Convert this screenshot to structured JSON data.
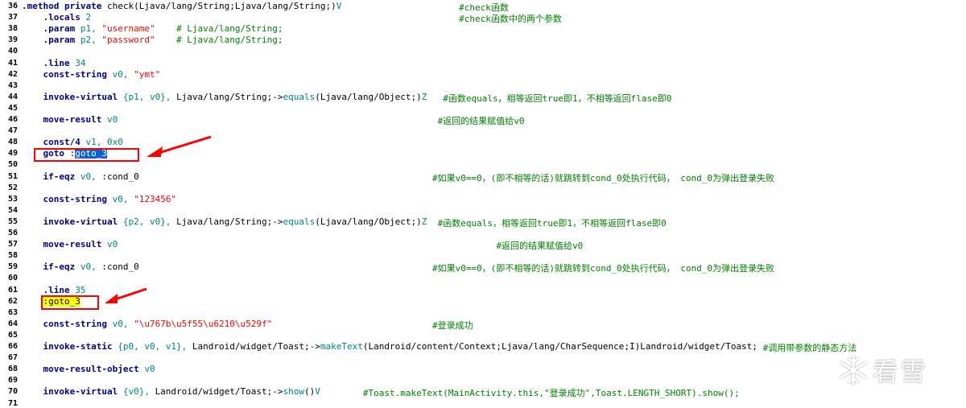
{
  "colors": {
    "line_number": "#000000",
    "directive": "#000080",
    "register": "#008080",
    "string": "#ff0000",
    "number": "#008080",
    "comment": "#008000",
    "selection_bg": "#0a64d8",
    "highlight_bg": "#ffff00",
    "annotation_red": "#ff0000",
    "text": "#000000"
  },
  "lines": [
    {
      "num": "36",
      "segments": [
        {
          "t": ".method private ",
          "c": "directive",
          "col": 0
        },
        {
          "t": "check(Ljava/lang/String;Ljava/lang/String;)",
          "c": "text",
          "col": 16
        },
        {
          "t": "V",
          "c": "number",
          "col": 59
        },
        {
          "t": "#check函数",
          "c": "comment",
          "col": 82
        }
      ]
    },
    {
      "num": "37",
      "segments": [
        {
          "t": ".locals ",
          "c": "directive",
          "col": 4
        },
        {
          "t": "2",
          "c": "number",
          "col": 12
        },
        {
          "t": "#check函数中的两个参数",
          "c": "comment",
          "col": 82
        }
      ]
    },
    {
      "num": "38",
      "segments": [
        {
          "t": ".param ",
          "c": "directive",
          "col": 4
        },
        {
          "t": "p1, ",
          "c": "register",
          "col": 11
        },
        {
          "t": "\"username\"",
          "c": "string",
          "col": 15
        },
        {
          "t": "# Ljava/lang/String;",
          "c": "comment",
          "col": 29
        }
      ]
    },
    {
      "num": "39",
      "segments": [
        {
          "t": ".param ",
          "c": "directive",
          "col": 4
        },
        {
          "t": "p2, ",
          "c": "register",
          "col": 11
        },
        {
          "t": "\"password\"",
          "c": "string",
          "col": 15
        },
        {
          "t": "# Ljava/lang/String;",
          "c": "comment",
          "col": 29
        }
      ]
    },
    {
      "num": "40",
      "segments": []
    },
    {
      "num": "41",
      "segments": [
        {
          "t": ".line ",
          "c": "directive",
          "col": 4
        },
        {
          "t": "34",
          "c": "number",
          "col": 10
        }
      ]
    },
    {
      "num": "42",
      "segments": [
        {
          "t": "const-string ",
          "c": "directive",
          "col": 4
        },
        {
          "t": "v0, ",
          "c": "register",
          "col": 17
        },
        {
          "t": "\"ymt\"",
          "c": "string",
          "col": 21
        }
      ]
    },
    {
      "num": "43",
      "segments": []
    },
    {
      "num": "44",
      "segments": [
        {
          "t": "invoke-virtual ",
          "c": "directive",
          "col": 4
        },
        {
          "t": "{p1, v0}, ",
          "c": "register",
          "col": 19
        },
        {
          "t": "Ljava/lang/String;->",
          "c": "text",
          "col": 29
        },
        {
          "t": "equals",
          "c": "register",
          "col": 49
        },
        {
          "t": "(Ljava/lang/Object;)",
          "c": "text",
          "col": 55
        },
        {
          "t": "Z",
          "c": "number",
          "col": 75
        },
        {
          "t": "#函数equals，相等返回true即1，不相等返回flase即0",
          "c": "comment",
          "col": 79
        }
      ]
    },
    {
      "num": "45",
      "segments": []
    },
    {
      "num": "46",
      "segments": [
        {
          "t": "move-result ",
          "c": "directive",
          "col": 4
        },
        {
          "t": "v0",
          "c": "register",
          "col": 16
        },
        {
          "t": "#返回的结果赋值给v0",
          "c": "comment",
          "col": 78
        }
      ]
    },
    {
      "num": "47",
      "segments": []
    },
    {
      "num": "48",
      "segments": [
        {
          "t": "const/4 ",
          "c": "directive",
          "col": 4
        },
        {
          "t": "v1, ",
          "c": "register",
          "col": 12
        },
        {
          "t": "0x0",
          "c": "number",
          "col": 16
        }
      ]
    },
    {
      "num": "49",
      "segments": [
        {
          "t": "goto ",
          "c": "directive",
          "col": 4
        },
        {
          "t": ":",
          "c": "text",
          "col": 9
        },
        {
          "t": "goto_3",
          "c": "text",
          "col": 10,
          "style": "sel"
        }
      ]
    },
    {
      "num": "50",
      "segments": []
    },
    {
      "num": "51",
      "segments": [
        {
          "t": "if-eqz ",
          "c": "directive",
          "col": 4
        },
        {
          "t": "v0, ",
          "c": "register",
          "col": 11
        },
        {
          "t": ":cond_0",
          "c": "text",
          "col": 15
        },
        {
          "t": "#如果v0==0，(即不相等的话)就跳转到cond_0处执行代码， cond_0为弹出登录失败",
          "c": "comment",
          "col": 77
        }
      ]
    },
    {
      "num": "52",
      "segments": []
    },
    {
      "num": "53",
      "segments": [
        {
          "t": "const-string ",
          "c": "directive",
          "col": 4
        },
        {
          "t": "v0, ",
          "c": "register",
          "col": 17
        },
        {
          "t": "\"123456\"",
          "c": "string",
          "col": 21
        }
      ]
    },
    {
      "num": "54",
      "segments": []
    },
    {
      "num": "55",
      "segments": [
        {
          "t": "invoke-virtual ",
          "c": "directive",
          "col": 4
        },
        {
          "t": "{p2, v0}, ",
          "c": "register",
          "col": 19
        },
        {
          "t": "Ljava/lang/String;->",
          "c": "text",
          "col": 29
        },
        {
          "t": "equals",
          "c": "register",
          "col": 49
        },
        {
          "t": "(Ljava/lang/Object;)",
          "c": "text",
          "col": 55
        },
        {
          "t": "Z",
          "c": "number",
          "col": 75
        },
        {
          "t": "#函数equals，相等返回true即1，不相等返回flase即0",
          "c": "comment",
          "col": 78
        }
      ]
    },
    {
      "num": "56",
      "segments": []
    },
    {
      "num": "57",
      "segments": [
        {
          "t": "move-result ",
          "c": "directive",
          "col": 4
        },
        {
          "t": "v0",
          "c": "register",
          "col": 16
        },
        {
          "t": "#返回的结果赋值给v0",
          "c": "comment",
          "col": 89
        }
      ]
    },
    {
      "num": "58",
      "segments": []
    },
    {
      "num": "59",
      "segments": [
        {
          "t": "if-eqz ",
          "c": "directive",
          "col": 4
        },
        {
          "t": "v0, ",
          "c": "register",
          "col": 11
        },
        {
          "t": ":cond_0",
          "c": "text",
          "col": 15
        },
        {
          "t": "#如果v0==0，(即不相等的话)就跳转到cond_0处执行代码， cond_0为弹出登录失败",
          "c": "comment",
          "col": 77
        }
      ]
    },
    {
      "num": "60",
      "segments": []
    },
    {
      "num": "61",
      "segments": [
        {
          "t": ".line ",
          "c": "directive",
          "col": 4
        },
        {
          "t": "35",
          "c": "number",
          "col": 10
        }
      ]
    },
    {
      "num": "62",
      "segments": [
        {
          "t": ":goto_3",
          "c": "text",
          "col": 4,
          "style": "yel"
        }
      ]
    },
    {
      "num": "63",
      "segments": []
    },
    {
      "num": "64",
      "segments": [
        {
          "t": "const-string ",
          "c": "directive",
          "col": 4
        },
        {
          "t": "v0, ",
          "c": "register",
          "col": 17
        },
        {
          "t": "\"\\u767b\\u5f55\\u6210\\u529f\"",
          "c": "string",
          "col": 21
        },
        {
          "t": "#登录成功",
          "c": "comment",
          "col": 77
        }
      ]
    },
    {
      "num": "65",
      "segments": []
    },
    {
      "num": "66",
      "segments": [
        {
          "t": "invoke-static ",
          "c": "directive",
          "col": 4
        },
        {
          "t": "{p0, v0, v1}, ",
          "c": "register",
          "col": 18
        },
        {
          "t": "Landroid/widget/Toast;->",
          "c": "text",
          "col": 32
        },
        {
          "t": "makeText",
          "c": "register",
          "col": 56
        },
        {
          "t": "(Landroid/content/Context;Ljava/lang/CharSequence;I)Landroid/widget/Toast;",
          "c": "text",
          "col": 64
        },
        {
          "t": "#调用带参数的静态方法",
          "c": "comment",
          "col": 139
        }
      ]
    },
    {
      "num": "67",
      "segments": []
    },
    {
      "num": "68",
      "segments": [
        {
          "t": "move-result-object ",
          "c": "directive",
          "col": 4
        },
        {
          "t": "v0",
          "c": "register",
          "col": 23
        }
      ]
    },
    {
      "num": "69",
      "segments": []
    },
    {
      "num": "70",
      "segments": [
        {
          "t": "invoke-virtual ",
          "c": "directive",
          "col": 4
        },
        {
          "t": "{v0}, ",
          "c": "register",
          "col": 19
        },
        {
          "t": "Landroid/widget/Toast;->",
          "c": "text",
          "col": 25
        },
        {
          "t": "show",
          "c": "register",
          "col": 49
        },
        {
          "t": "()",
          "c": "text",
          "col": 53
        },
        {
          "t": "V",
          "c": "number",
          "col": 55
        },
        {
          "t": "#Toast.makeText(MainActivity.this,\"登录成功\",Toast.LENGTH_SHORT).show();",
          "c": "comment",
          "col": 64
        }
      ]
    },
    {
      "num": "71",
      "segments": []
    }
  ],
  "watermark": {
    "text": "看雪",
    "icon": "snowflake-icon"
  }
}
